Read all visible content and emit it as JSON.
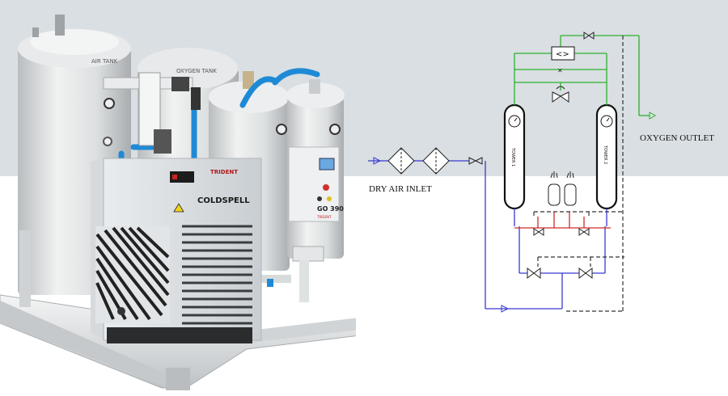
{
  "machine": {
    "air_tank_label": "AIR TANK",
    "oxygen_tank_label": "OXYGEN TANK",
    "brand_trident": "TRIDENT",
    "brand_coldspell": "COLDSPELL",
    "model": "GO 390",
    "panel_brand": "TRIDENT"
  },
  "diagram": {
    "dry_air_inlet": "DRY AIR INLET",
    "oxygen_outlet": "OXYGEN OUTLET",
    "tower_1": "TOWER 1",
    "tower_2": "TOWER 2"
  },
  "colors": {
    "background_band": "#d9dfe2",
    "line_inlet": "#3a3ad0",
    "line_oxygen": "#2fb02f",
    "line_exhaust": "#d02a2a",
    "line_signal": "#333333"
  }
}
